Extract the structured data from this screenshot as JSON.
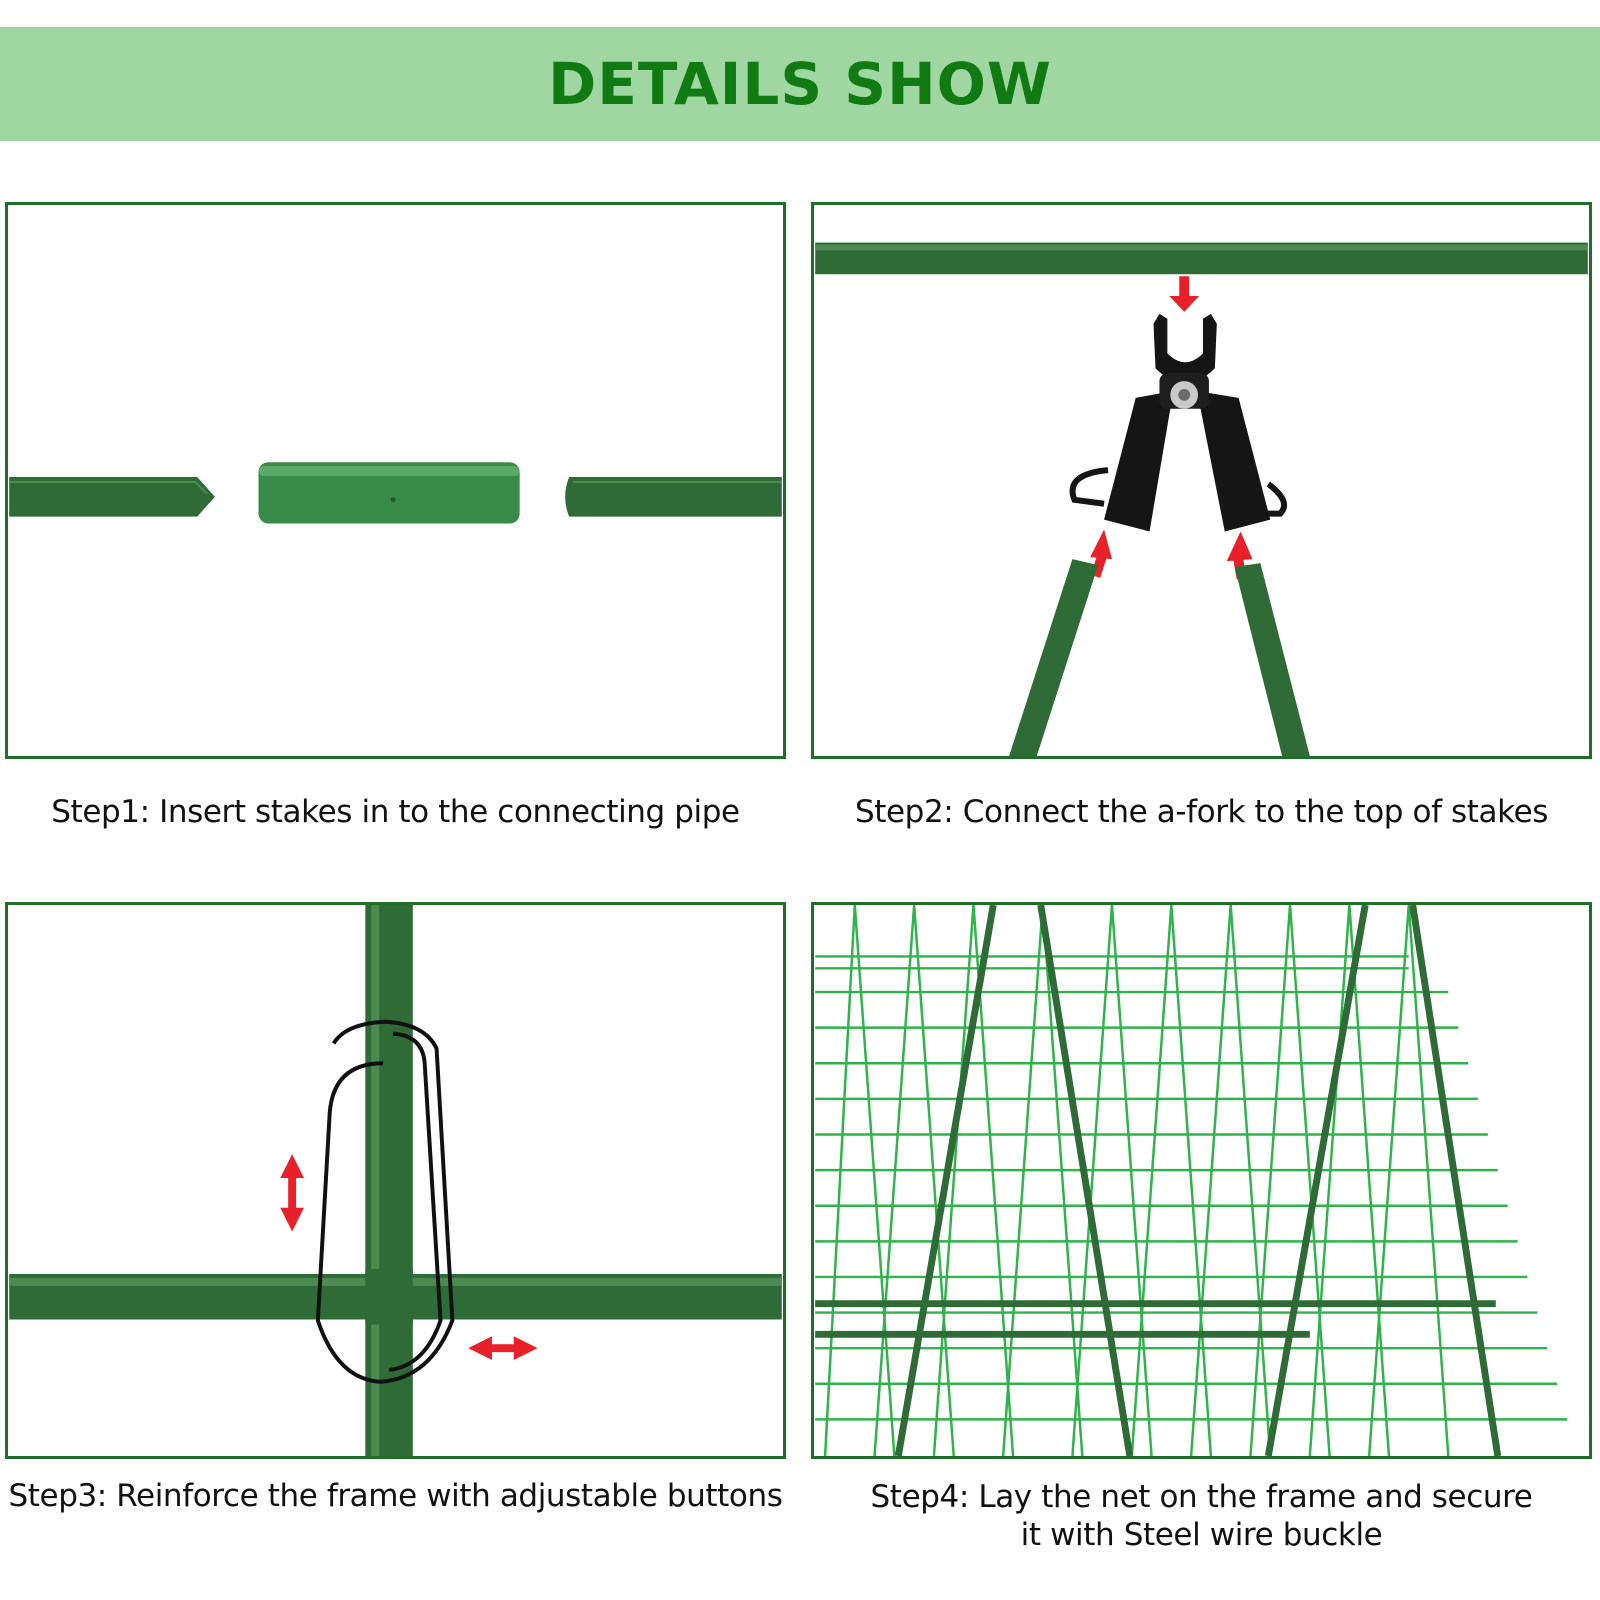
{
  "banner": {
    "title": "DETAILS SHOW"
  },
  "colors": {
    "banner_bg": "#9fd6a2",
    "title": "#127a12",
    "frame_border": "#1e6e2a",
    "stake_green": "#2f6b36",
    "pipe_green": "#3a8a4a",
    "net_green": "#2fb34a",
    "arrow_red": "#e8202a",
    "fork_black": "#151515"
  },
  "steps": [
    {
      "caption": "Step1: Insert stakes in to the connecting pipe"
    },
    {
      "caption": "Step2: Connect the a-fork to the top of stakes"
    },
    {
      "caption": "Step3: Reinforce the frame with adjustable buttons"
    },
    {
      "caption_line1": "Step4: Lay the net on the frame and secure",
      "caption_line2": "it with Steel wire buckle"
    }
  ]
}
